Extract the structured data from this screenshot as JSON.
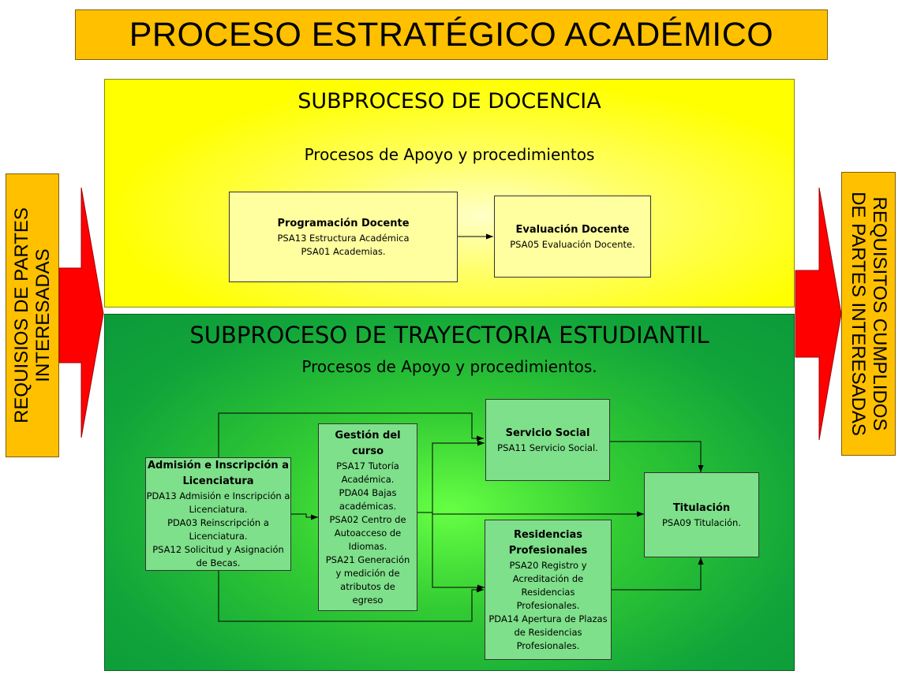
{
  "title": "PROCESO ESTRATÉGICO ACADÉMICO",
  "left_label": {
    "line1": "REQUISIOS DE PARTES",
    "line2": "INTERESADAS"
  },
  "right_label": {
    "line1": "REQUISITOS CUMPLIDOS",
    "line2": "DE PARTES INTERESADAS"
  },
  "docencia": {
    "heading": "SUBPROCESO DE DOCENCIA",
    "subheading": "Procesos de Apoyo y procedimientos",
    "programacion": {
      "title": "Programación Docente",
      "lines": [
        "PSA13 Estructura Académica",
        "PSA01 Academias."
      ]
    },
    "evaluacion": {
      "title": "Evaluación Docente",
      "lines": [
        "PSA05 Evaluación Docente."
      ]
    }
  },
  "trayectoria": {
    "heading": "SUBPROCESO DE TRAYECTORIA ESTUDIANTIL",
    "subheading": "Procesos de Apoyo y procedimientos.",
    "admision": {
      "title": "Admisión e Inscripción a Licenciatura",
      "lines": [
        "PDA13 Admisión e Inscripción a Licenciatura.",
        "PDA03 Reinscripción a Licenciatura.",
        "PSA12 Solicitud y Asignación de Becas."
      ]
    },
    "gestion": {
      "title": "Gestión del curso",
      "lines": [
        "PSA17 Tutoría Académica.",
        "PDA04 Bajas académicas.",
        "PSA02 Centro de Autoacceso de Idiomas.",
        "PSA21 Generación y medición de atributos de egreso"
      ]
    },
    "servicio": {
      "title": "Servicio Social",
      "lines": [
        "PSA11 Servicio Social."
      ]
    },
    "residencias": {
      "title": "Residencias Profesionales",
      "lines": [
        "PSA20 Registro y Acreditación de Residencias Profesionales.",
        "PDA14 Apertura de Plazas de Residencias Profesionales."
      ]
    },
    "titulacion": {
      "title": "Titulación",
      "lines": [
        "PSA09 Titulación."
      ]
    }
  },
  "colors": {
    "orange": "#ffc000",
    "yellow": "#ffff00",
    "green": "#11a43a",
    "red": "#ff0000",
    "box_green": "#7ee08a",
    "box_yellow": "#ffffa0"
  }
}
